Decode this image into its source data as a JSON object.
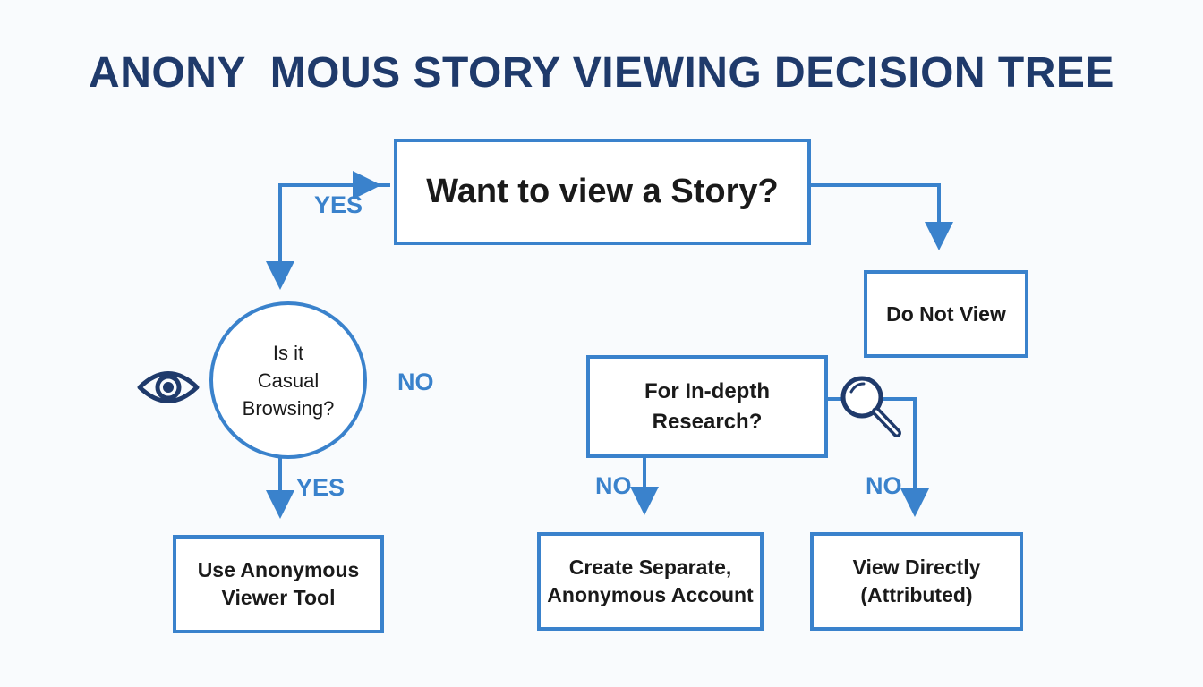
{
  "title": "ANONY  MOUS STORY VIEWING DECISION TREE",
  "nodes": {
    "start": "Want to view a Story?",
    "casual": "Is it\nCasual\nBrowsing?",
    "do_not_view": "Do Not View",
    "research": "For In-depth\nResearch?",
    "anonymous_tool": "Use Anonymous\nViewer Tool",
    "separate_account": "Create Separate,\nAnonymous Account",
    "view_directly": "View Directly\n(Attributed)"
  },
  "edges": {
    "yes_top": "YES",
    "no_middle": "NO",
    "yes_bottom": "YES",
    "no_research_left": "NO",
    "no_research_right": "NO"
  },
  "colors": {
    "accent": "#3a82cc",
    "title": "#1f3a6b",
    "icon": "#1f3a6b"
  },
  "icons": [
    "eye-icon",
    "magnifier-icon"
  ]
}
